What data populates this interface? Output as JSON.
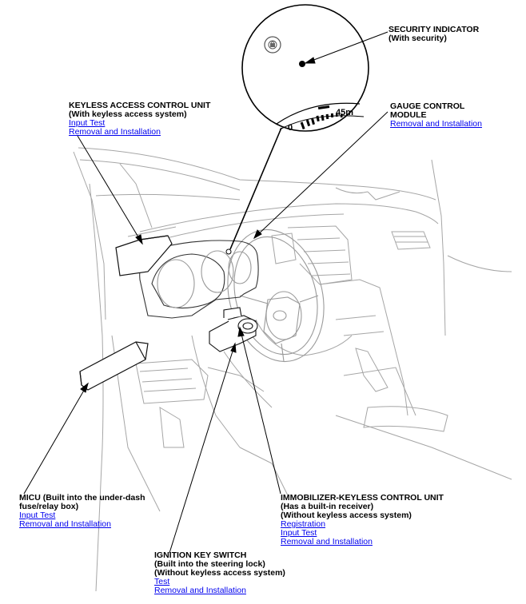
{
  "callouts": {
    "security": {
      "title1": "SECURITY INDICATOR",
      "title2": "(With security)"
    },
    "gauge": {
      "title1": "GAUGE CONTROL",
      "title2": "MODULE",
      "link1": "Removal and Installation"
    },
    "keyless": {
      "title1": "KEYLESS ACCESS CONTROL UNIT",
      "title2": "(With keyless access system)",
      "link1": "Input Test",
      "link2": "Removal and Installation"
    },
    "micu": {
      "title1": "MICU (Built into the under-dash",
      "title2": "fuse/relay box)",
      "link1": "Input Test",
      "link2": "Removal and Installation"
    },
    "immobilizer": {
      "title1": "IMMOBILIZER-KEYLESS CONTROL UNIT",
      "title2": "(Has a built-in receiver)",
      "title3": "(Without keyless access system)",
      "link1": "Registration",
      "link2": "Input Test",
      "link3": "Removal and Installation"
    },
    "ignition": {
      "title1": "IGNITION KEY SWITCH",
      "title2": "(Built into the steering lock)",
      "title3": "(Without keyless access system)",
      "link1": "Test",
      "link2": "Removal and Installation"
    }
  },
  "gauge_inset": {
    "label_zero": "0",
    "label_range": "45m"
  },
  "colors": {
    "link": "#0000ee",
    "line": "#000000",
    "sketch": "#9a9a9a"
  }
}
